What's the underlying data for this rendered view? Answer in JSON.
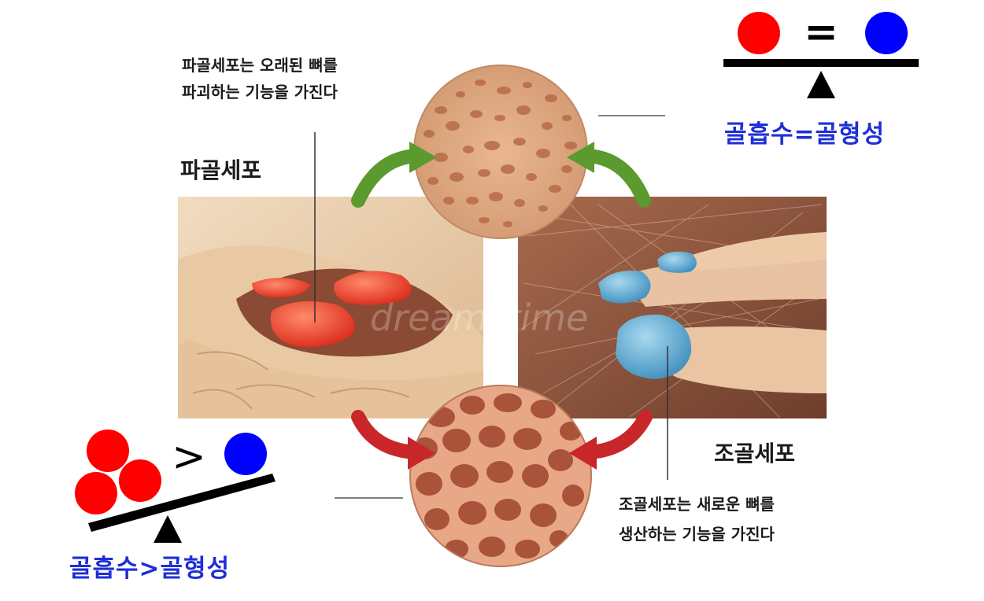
{
  "osteoclast": {
    "title": "파골세포",
    "description": "파골세포는 오래된 뼈를\n파괴하는 기능을 가진다"
  },
  "osteoblast": {
    "title": "조골세포",
    "description": "조골세포는 새로운 뼈를\n생산하는 기능을 가진다"
  },
  "balance_equal": {
    "symbol": "=",
    "caption": "골흡수=골형성",
    "left_color": "#ff0000",
    "right_color": "#0000ff"
  },
  "balance_greater": {
    "symbol": ">",
    "caption": "골흡수>골형성",
    "left_color": "#ff0000",
    "right_color": "#0000ff"
  },
  "watermark": "dreamstime",
  "colors": {
    "caption_blue": "#1f2fd6",
    "arrow_green": "#5a9a2e",
    "arrow_red": "#c9262a",
    "osteoclast_red": "#e8392a",
    "osteoblast_blue": "#5aa6cf"
  }
}
